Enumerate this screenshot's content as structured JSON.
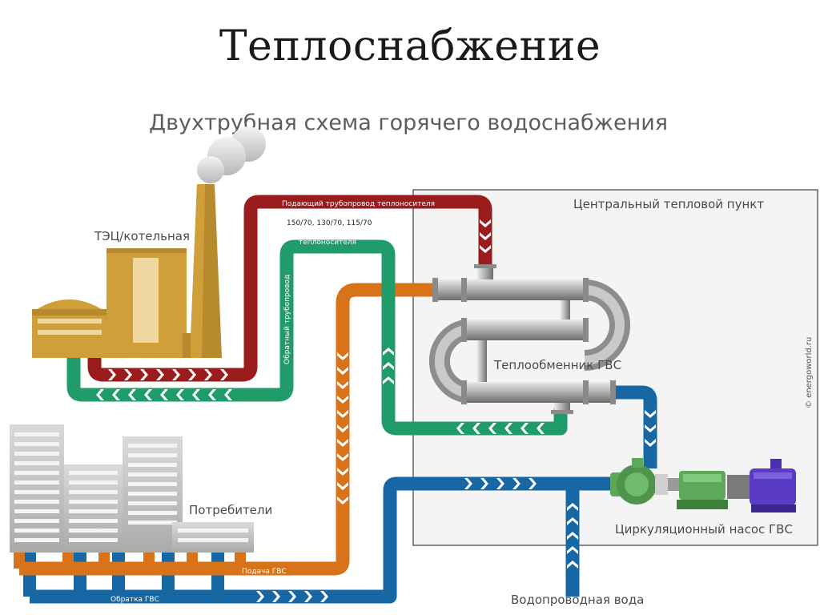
{
  "slide": {
    "title": "Теплоснабжение"
  },
  "diagram": {
    "title": "Двухтрубная схема горячего водоснабжения"
  },
  "labels": {
    "chp": "ТЭЦ/котельная",
    "ctp": "Центральный тепловой пункт",
    "supply_pipe": "Подающий трубопровод теплоносителя",
    "temps": "150/70, 130/70, 115/70",
    "return_pipe_top": "теплоносителя",
    "return_pipe_side": "Обратный трубопровод",
    "exchanger": "Теплообменник ГВС",
    "consumers": "Потребители",
    "pump": "Циркуляционный насос ГВС",
    "dhw_supply": "Подача ГВС",
    "dhw_return": "Обратка ГВС",
    "tap_water": "Водопроводная вода",
    "watermark": "© energoworld.ru"
  },
  "colors": {
    "supply": "#9b1c1c",
    "return": "#1f9c6a",
    "dhw_supply": "#d9731a",
    "dhw_return": "#1667a4",
    "building": "#cfa03a",
    "pump_motor": "#5a3cc4",
    "pump_body": "#5ea85a"
  }
}
